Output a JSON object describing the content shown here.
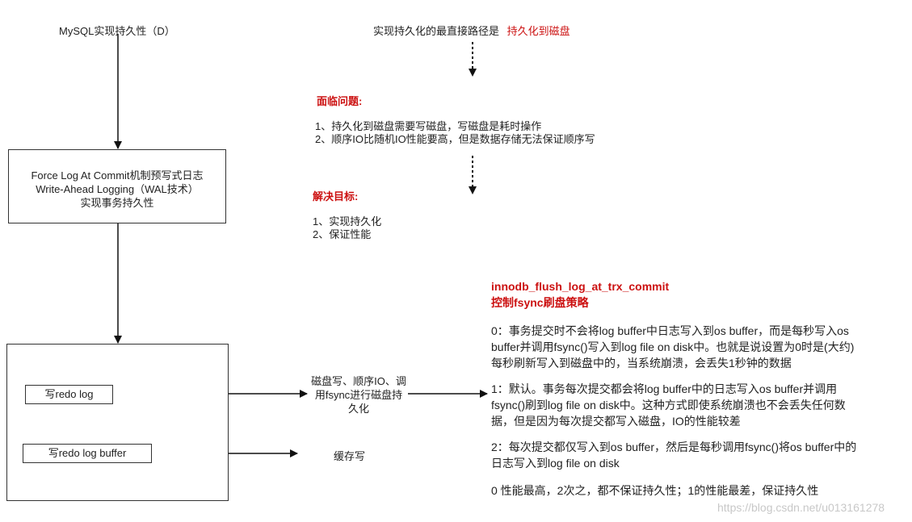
{
  "title_left": "MySQL实现持久性（D）",
  "title_right_prefix": "实现持久化的最直接路径是",
  "title_right_highlight": "持久化到磁盘",
  "box1": {
    "line1": "Force Log At Commit机制预写式日志",
    "line2": "Write-Ahead Logging（WAL技术）",
    "line3": "实现事务持久性"
  },
  "problems": {
    "heading": "面临问题:",
    "item1": "1、持久化到磁盘需要写磁盘，写磁盘是耗时操作",
    "item2": "2、顺序IO比随机IO性能要高，但是数据存储无法保证顺序写"
  },
  "goals": {
    "heading": "解决目标:",
    "item1": "1、实现持久化",
    "item2": "2、保证性能"
  },
  "redo_log": "写redo log",
  "redo_log_buffer": "写redo log buffer",
  "arrow_label_disk": {
    "line1": "磁盘写、顺序IO、调",
    "line2": "用fsync进行磁盘持",
    "line3": "久化"
  },
  "arrow_label_cache": "缓存写",
  "policy": {
    "title": "innodb_flush_log_at_trx_commit",
    "subtitle": "控制fsync刷盘策略",
    "p0_l1": "0：事务提交时不会将log buffer中日志写入到os buffer，而是每秒写入os",
    "p0_l2": "buffer并调用fsync()写入到log file on disk中。也就是说设置为0时是(大约)",
    "p0_l3": "每秒刷新写入到磁盘中的，当系统崩溃，会丢失1秒钟的数据",
    "p1_l1": "1：默认。事务每次提交都会将log buffer中的日志写入os buffer并调用",
    "p1_l2": "fsync()刷到log file on disk中。这种方式即使系统崩溃也不会丢失任何数",
    "p1_l3": "据，但是因为每次提交都写入磁盘，IO的性能较差",
    "p2_l1": "2：每次提交都仅写入到os buffer，然后是每秒调用fsync()将os buffer中的",
    "p2_l2": "日志写入到log file on disk",
    "summary": "0 性能最高，2次之，都不保证持久性；1的性能最差，保证持久性"
  },
  "watermark": "https://blog.csdn.net/u013161278"
}
